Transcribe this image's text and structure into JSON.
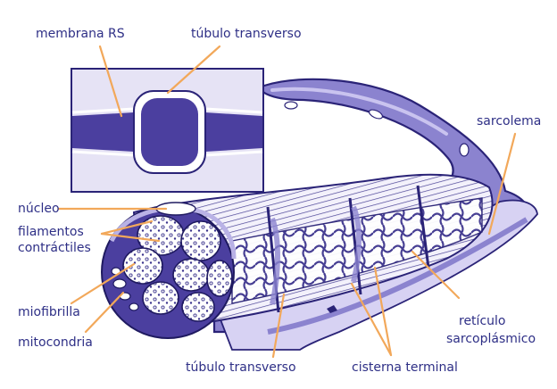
{
  "colors": {
    "label_text": "#2e2f86",
    "leader_line": "#f2a85a",
    "membrane_fill": "#8b83cf",
    "membrane_stroke": "#2a2377",
    "inset_background": "#e6e3f5",
    "tubule_fill": "#4b3f9f",
    "fibril_fill": "#ffffff",
    "sheath_fill": "#b9b2e6"
  },
  "labels": {
    "membrana_rs": "membrana RS",
    "tubulo_transverso_top": "túbulo transverso",
    "sarcolema": "sarcolema",
    "nucleo": "núcleo",
    "filamentos_line1": "filamentos",
    "filamentos_line2": "contráctiles",
    "miofibrilla": "miofibrilla",
    "mitocondria": "mitocondria",
    "tubulo_transverso_bottom": "túbulo transverso",
    "cisterna_terminal": "cisterna terminal",
    "reticulo_line1": "retículo",
    "reticulo_line2": "sarcoplásmico"
  }
}
